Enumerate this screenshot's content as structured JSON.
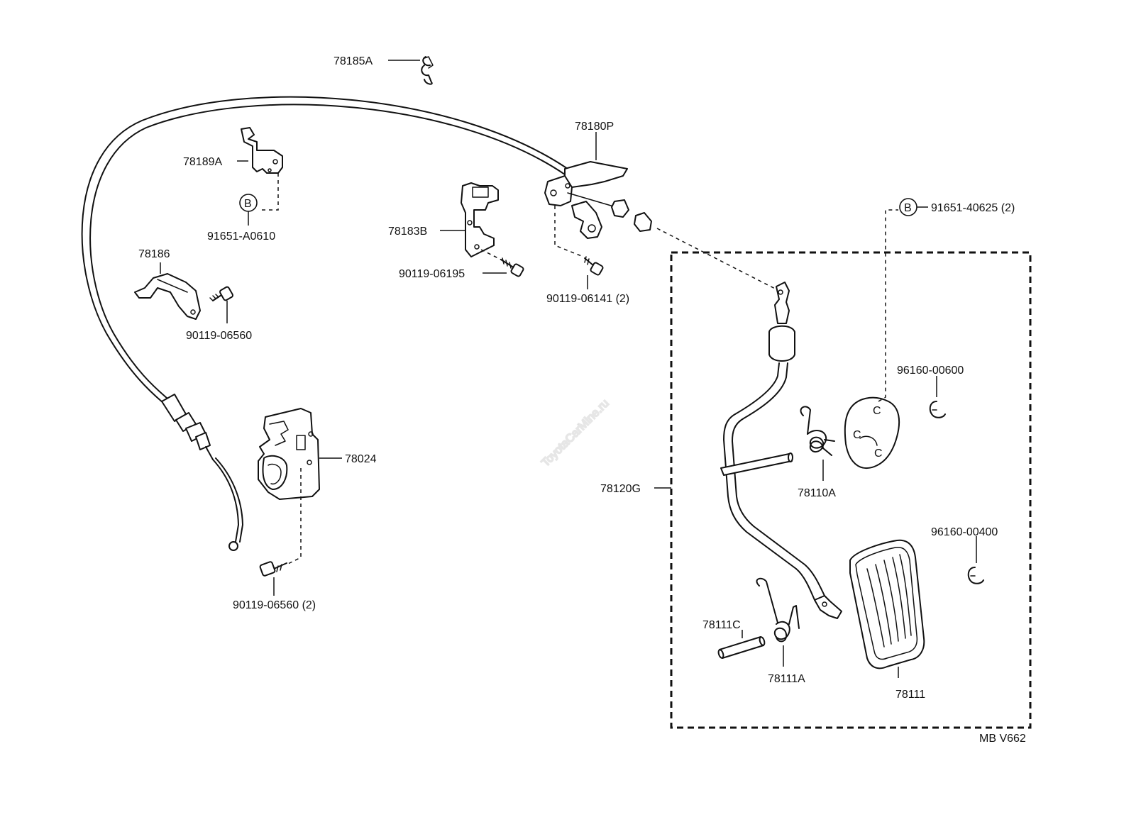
{
  "watermark": "ToyotaCarMine.ru",
  "diagram_code": "MB V662",
  "callout_symbol": "B",
  "parts": {
    "p78185A": "78185A",
    "p78180P": "78180P",
    "p78189A": "78189A",
    "p91651A0610": "91651-A0610",
    "p78183B": "78183B",
    "p90119_06195": "90119-06195",
    "p90119_06141": "90119-06141 (2)",
    "p91651_40625": "91651-40625 (2)",
    "p78186": "78186",
    "p90119_06560": "90119-06560",
    "p78024": "78024",
    "p90119_06560_2": "90119-06560 (2)",
    "p96160_00600": "96160-00600",
    "p78120G": "78120G",
    "p78110A": "78110A",
    "p96160_00400": "96160-00400",
    "p78111C": "78111C",
    "p78111A": "78111A",
    "p78111": "78111"
  }
}
